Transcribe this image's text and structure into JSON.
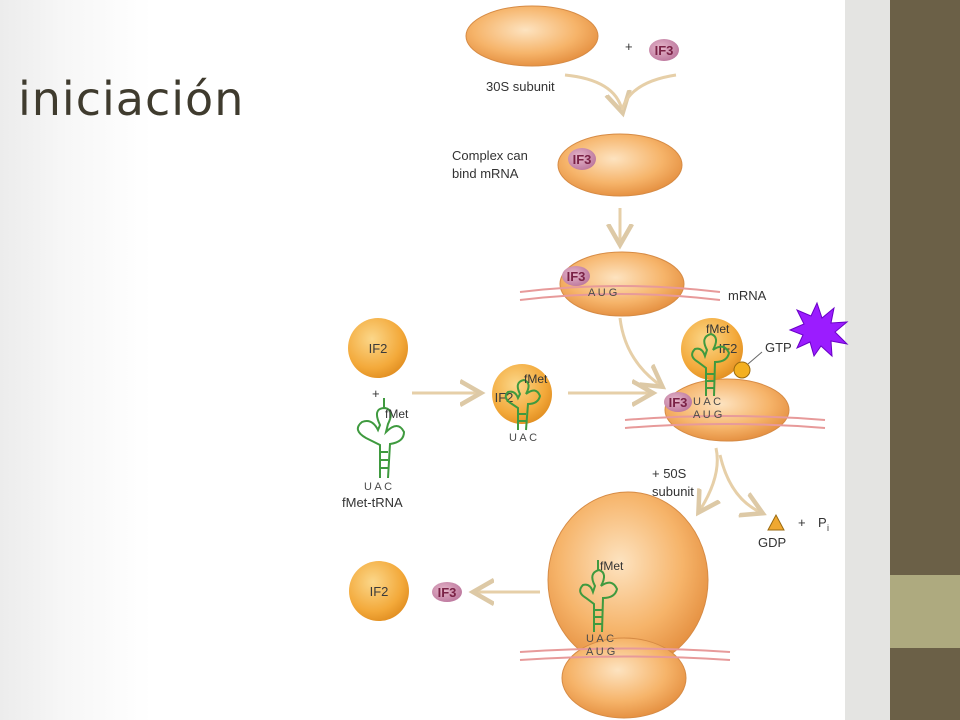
{
  "title": "iniciación",
  "labels": {
    "subunit_30s": "30S subunit",
    "complex_line1": "Complex can",
    "complex_line2": "bind mRNA",
    "mrna": "mRNA",
    "gtp": "GTP",
    "fmet_trna": "fMet-tRNA",
    "subunit_50s_line1": "+ 50S",
    "subunit_50s_line2": "subunit",
    "gdp": "GDP",
    "pi_main": "P",
    "pi_sub": "i",
    "plus": "+"
  },
  "factors": {
    "if3": "IF3",
    "if2": "IF2",
    "fmet": "fMet"
  },
  "codons": {
    "aug": "A U G",
    "uac": "U A C"
  },
  "colors": {
    "ribosome": "#f6b46a",
    "factor_if2": "#f3a93a",
    "factor_if3": "#c98aa4",
    "trna": "#3f9a3f",
    "mrna": "#e79a9a",
    "arrow": "#e6cfa8",
    "starburst": "#9b1cff",
    "gdp": "#f0a830",
    "side_bar_dark": "#6b6047",
    "side_bar_light": "#aeaa7f"
  }
}
